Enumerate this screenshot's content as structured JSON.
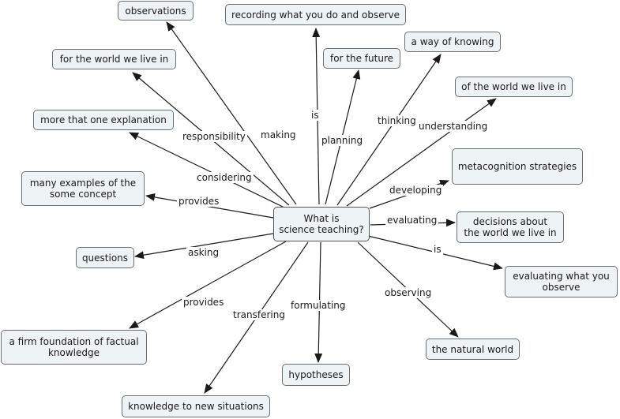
{
  "center": "What is\nscience teaching?",
  "nodes": {
    "observations": "observations",
    "recording": "recording what you do and observe",
    "world_resp": "for the world we live in",
    "future": "for the future",
    "way_knowing": "a way of knowing",
    "world_understand": "of the world we live in",
    "explanation": "more that one explanation",
    "metacognition": "metacognition strategies",
    "examples": "many examples of the\nsome concept",
    "decisions": "decisions about\nthe world we live in",
    "questions": "questions",
    "evaluating_obs": "evaluating what you\nobserve",
    "foundation": "a firm foundation of factual\nknowledge",
    "natural_world": "the natural world",
    "hypotheses": "hypotheses",
    "knowledge": "knowledge to new situations"
  },
  "links": {
    "making": "making",
    "is_top": "is",
    "responsibility": "responsibility",
    "planning": "planning",
    "thinking": "thinking",
    "understanding": "understanding",
    "considering": "considering",
    "developing": "developing",
    "provides_top": "provides",
    "evaluating": "evaluating",
    "asking": "asking",
    "is_right": "is",
    "provides_bottom": "provides",
    "transfering": "transfering",
    "formulating": "formulating",
    "observing": "observing"
  },
  "colors": {
    "node_fill": "#eef3f6",
    "node_border": "#6a6f73",
    "line": "#1a1a1a"
  }
}
